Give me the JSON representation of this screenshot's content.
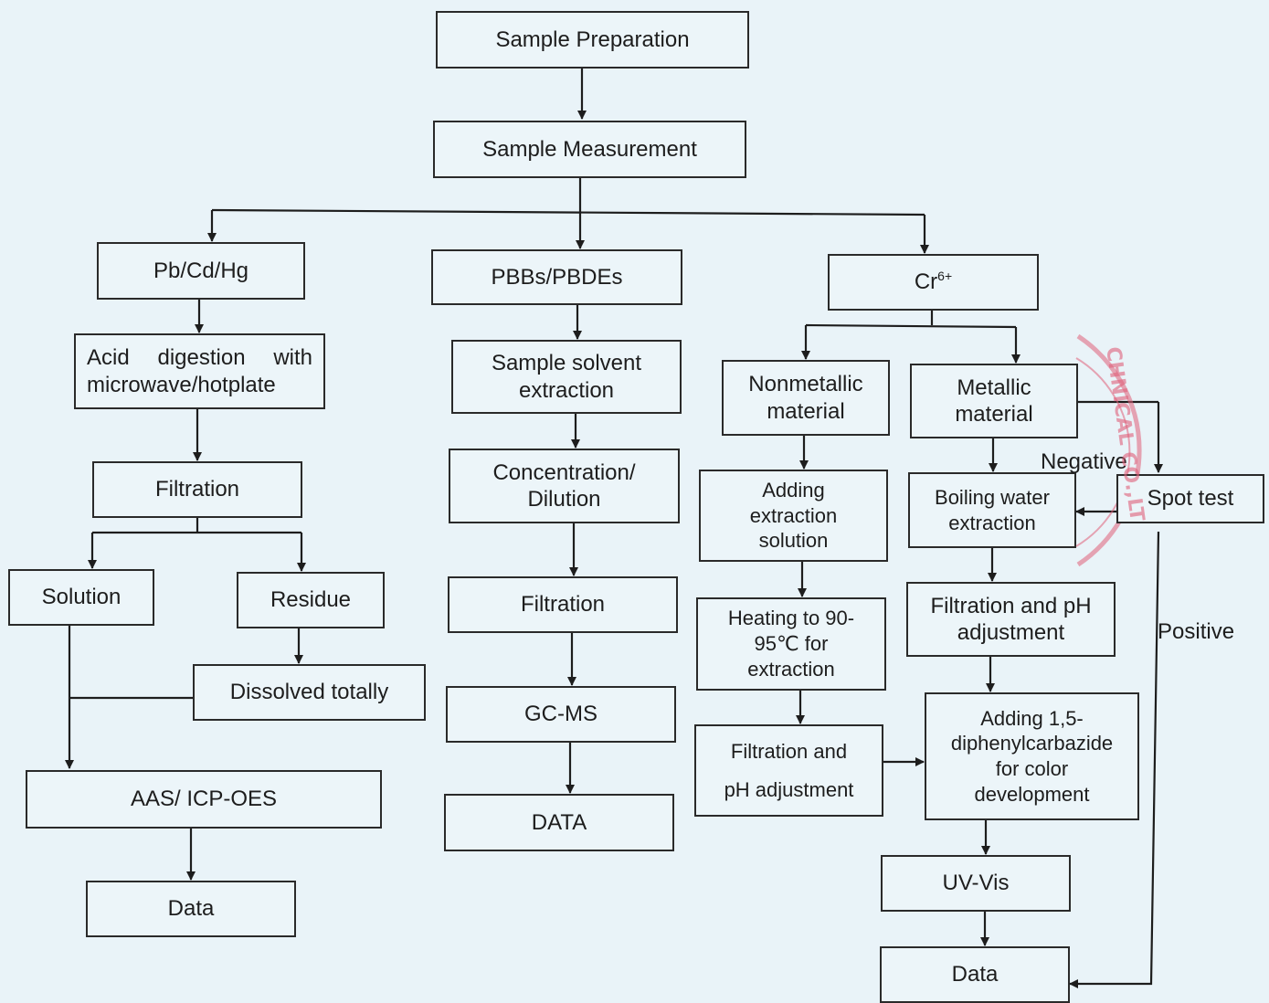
{
  "diagram": {
    "top": {
      "sample_preparation": "Sample Preparation",
      "sample_measurement": "Sample Measurement"
    },
    "metals_branch": {
      "header": "Pb/Cd/Hg",
      "acid_digestion": "Acid digestion with microwave/hotplate",
      "filtration": "Filtration",
      "solution": "Solution",
      "residue": "Residue",
      "dissolved_totally": "Dissolved totally",
      "instrument": "AAS/ ICP-OES",
      "data": "Data"
    },
    "pbb_branch": {
      "header": "PBBs/PBDEs",
      "solvent_extraction": "Sample solvent extraction",
      "concentration_dilution": "Concentration/ Dilution",
      "filtration": "Filtration",
      "instrument": "GC-MS",
      "data": "DATA"
    },
    "chromium_branch": {
      "header_base": "Cr",
      "header_sup": "6+",
      "nonmetallic": "Nonmetallic material",
      "adding_extraction": "Adding extraction solution",
      "heating": "Heating to 90-95℃ for extraction",
      "filtration_ph_left_line1": "Filtration and",
      "filtration_ph_left_line2": "pH adjustment",
      "metallic": "Metallic material",
      "boiling_water": "Boiling water extraction",
      "filtration_ph_right": "Filtration and pH adjustment",
      "spot_test": "Spot test",
      "negative": "Negative",
      "positive": "Positive",
      "diphenylcarbazide": "Adding 1,5-diphenylcarbazide for color development",
      "instrument": "UV-Vis",
      "data": "Data"
    },
    "stamp_text": "CHNICAL CO.,LT",
    "colors": {
      "background": "#e9f3f8",
      "box_border": "#2a2a2a",
      "stamp": "#e0607a"
    }
  }
}
